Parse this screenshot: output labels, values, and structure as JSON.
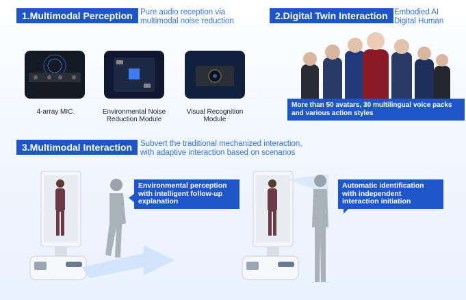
{
  "section1": {
    "title": "1.Multimodal Perception",
    "description_line1": "Pure audio reception via",
    "description_line2": "multimodal noise reduction",
    "modules": [
      {
        "label_line1": "4-array MIC",
        "label_line2": ""
      },
      {
        "label_line1": "Environmental Noise",
        "label_line2": "Reduction Module"
      },
      {
        "label_line1": "Visual Recognition",
        "label_line2": "Module"
      }
    ]
  },
  "section2": {
    "title": "2.Digital Twin Interaction",
    "description_line1": "Embodied AI",
    "description_line2": "Digital Human",
    "caption_line1": "More than 50 avatars, 30 multilingual voice packs",
    "caption_line2": "and various action styles"
  },
  "section3": {
    "title": "3.Multimodal Interaction",
    "description_line1": "Subvert the traditional mechanized interaction,",
    "description_line2": "with adaptive interaction based on scenarios",
    "bubble_left": [
      "Environmental perception",
      "with intelligent follow-up",
      "explanation"
    ],
    "bubble_right": [
      "Automatic identification",
      "with independent",
      "interaction initiation"
    ]
  },
  "colors": {
    "accent": "#1e55c8",
    "text_blue": "#2f73e6"
  }
}
